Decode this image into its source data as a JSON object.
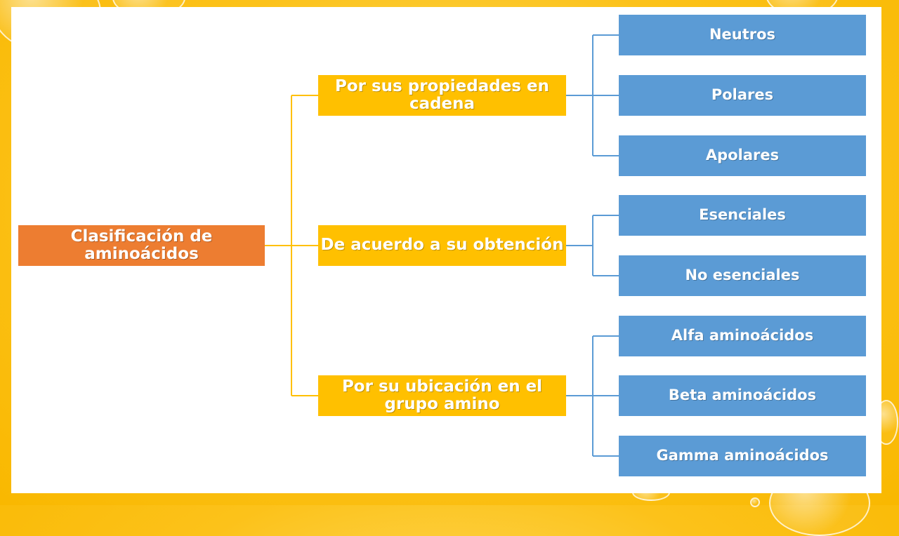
{
  "diagram": {
    "root": {
      "label": "Clasificación de aminoácidos"
    },
    "categories": [
      {
        "label": "Por sus propiedades en cadena",
        "children": [
          "Neutros",
          "Polares",
          "Apolares"
        ]
      },
      {
        "label": "De acuerdo a su obtención",
        "children": [
          "Esenciales",
          "No esenciales"
        ]
      },
      {
        "label": "Por su ubicación en el grupo amino",
        "children": [
          "Alfa aminoácidos",
          "Beta aminoácidos",
          "Gamma aminoácidos"
        ]
      }
    ]
  },
  "colors": {
    "root": "#ed7d31",
    "category": "#ffc000",
    "leaf": "#5b9bd5",
    "root_connector": "#ffc000",
    "leaf_connector": "#5b9bd5"
  }
}
